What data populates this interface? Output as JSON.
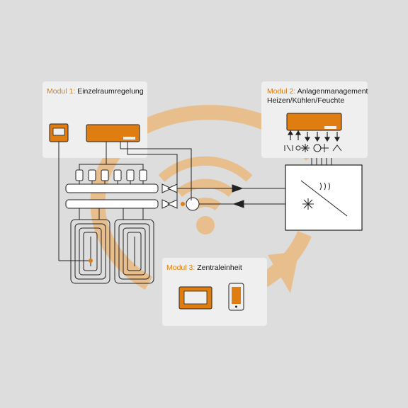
{
  "modules": [
    {
      "id": "m1",
      "prefix": "Modul 1:",
      "title": "Einzelraumregelung",
      "line2": ""
    },
    {
      "id": "m2",
      "prefix": "Modul 2:",
      "title": "Anlagenmanagement",
      "line2": "Heizen/Kühlen/Feuchte"
    },
    {
      "id": "m3",
      "prefix": "Modul 3:",
      "title": "Zentraleinheit",
      "line2": ""
    }
  ],
  "colors": {
    "background": "#dcdddc",
    "box": "#efefef",
    "accent": "#e07d10",
    "arc": "#e8bf8c",
    "line": "#222222"
  },
  "icons": [
    "room-thermostat-icon",
    "controller-unit-icon",
    "actuator-icon",
    "valve-icon",
    "pump-icon",
    "floor-heating-loop-icon",
    "wifi-icon",
    "control-panel-icon",
    "smartphone-icon",
    "heat-pump-icon",
    "snowflake-icon",
    "fan-icon",
    "humidity-icon"
  ]
}
